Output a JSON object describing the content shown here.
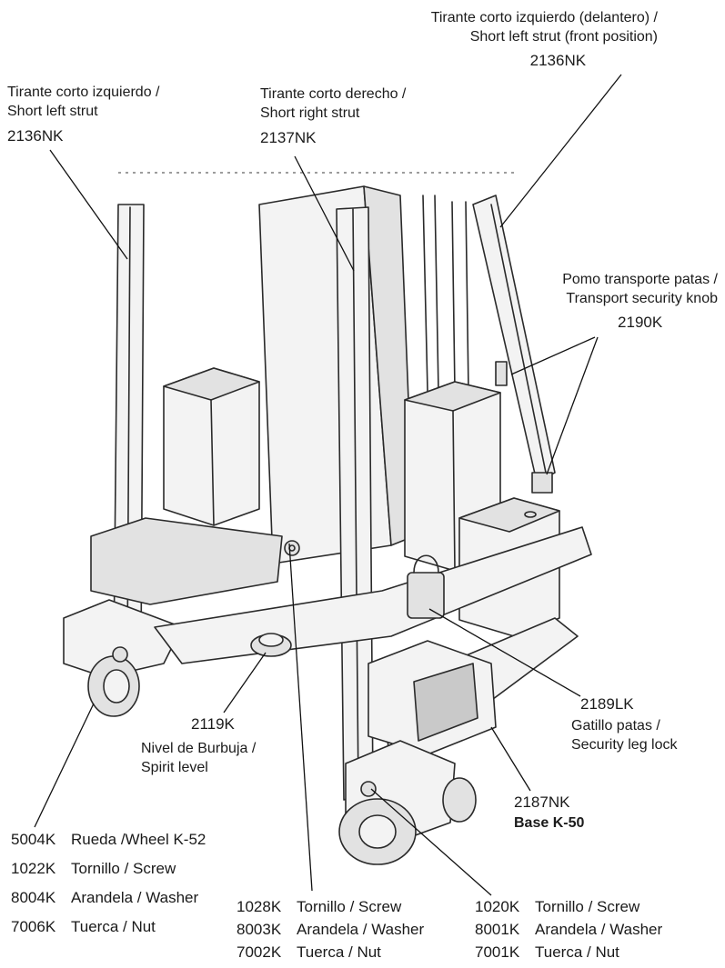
{
  "callouts": {
    "left_strut_front": {
      "line1": "Tirante corto izquierdo (delantero) /",
      "line2": "Short left strut (front position)",
      "code": "2136NK"
    },
    "left_strut": {
      "line1": "Tirante corto izquierdo /",
      "line2": "Short left strut",
      "code": "2136NK"
    },
    "right_strut": {
      "line1": "Tirante corto derecho /",
      "line2": "Short right strut",
      "code": "2137NK"
    },
    "transport_knob": {
      "line1": "Pomo transporte patas /",
      "line2": "Transport security knob",
      "code": "2190K"
    },
    "leg_lock": {
      "code": "2189LK",
      "line1": "Gatillo patas /",
      "line2": "Security leg lock"
    },
    "spirit_level": {
      "code": "2119K",
      "line1": "Nivel de Burbuja /",
      "line2": "Spirit level"
    },
    "base": {
      "code": "2187NK",
      "title": "Base K-50"
    }
  },
  "parts_left": [
    {
      "code": "5004K",
      "desc": "Rueda /Wheel K-52"
    },
    {
      "code": "1022K",
      "desc": "Tornillo / Screw"
    },
    {
      "code": "8004K",
      "desc": "Arandela / Washer"
    },
    {
      "code": "7006K",
      "desc": "Tuerca / Nut"
    }
  ],
  "parts_mid": [
    {
      "code": "1028K",
      "desc": "Tornillo / Screw"
    },
    {
      "code": "8003K",
      "desc": "Arandela / Washer"
    },
    {
      "code": "7002K",
      "desc": "Tuerca / Nut"
    }
  ],
  "parts_right": [
    {
      "code": "1020K",
      "desc": "Tornillo / Screw"
    },
    {
      "code": "8001K",
      "desc": "Arandela / Washer"
    },
    {
      "code": "7001K",
      "desc": "Tuerca / Nut"
    }
  ]
}
